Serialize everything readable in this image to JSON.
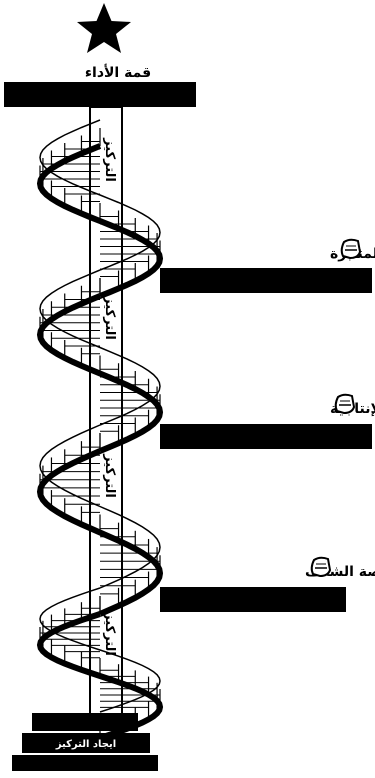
{
  "summit": {
    "label": "قمة الأداء",
    "icon": "star-icon"
  },
  "column": {
    "label": "التركيز"
  },
  "platforms": [
    {
      "label": "منصة المثابرة",
      "icon": "armchair-icon"
    },
    {
      "label": "منصة الإنتاجية",
      "icon": "armchair-icon"
    },
    {
      "label": "منصة الشغف",
      "icon": "armchair-icon"
    }
  ],
  "base": {
    "label": "ايجاد التركيز"
  },
  "colors": {
    "ink": "#000000",
    "paper": "#ffffff"
  }
}
